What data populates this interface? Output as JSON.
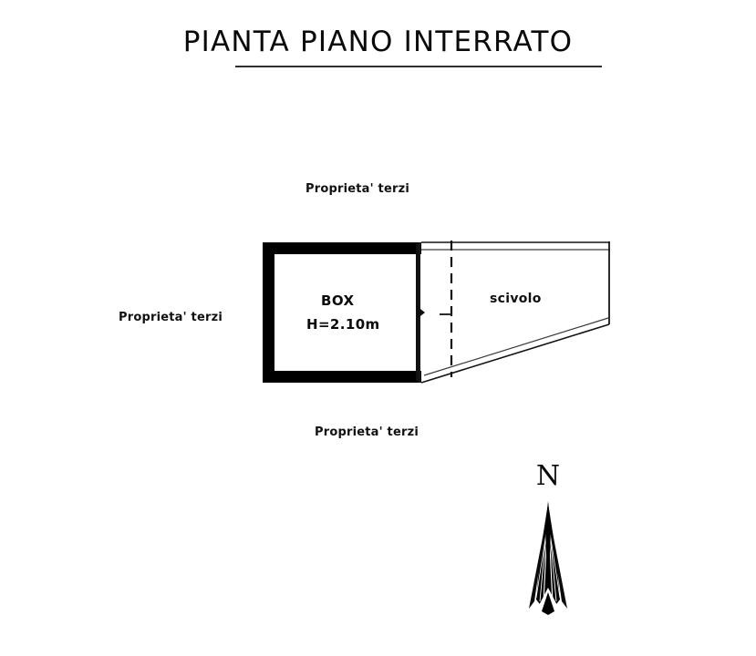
{
  "document": {
    "title": "PIANTA PIANO INTERRATO",
    "type": "architectural-floor-plan",
    "language": "it"
  },
  "labels": {
    "top_boundary": "Proprieta' terzi",
    "left_boundary": "Proprieta' terzi",
    "bottom_boundary": "Proprieta' terzi"
  },
  "rooms": {
    "box": {
      "name": "BOX",
      "height_note": "H=2.10m"
    },
    "ramp": {
      "name": "scivolo"
    }
  },
  "compass": {
    "letter": "N",
    "arrow_icon": "north-arrow-icon"
  },
  "colors": {
    "ink": "#000000",
    "paper": "#ffffff",
    "rule": "#2e2e2e"
  }
}
